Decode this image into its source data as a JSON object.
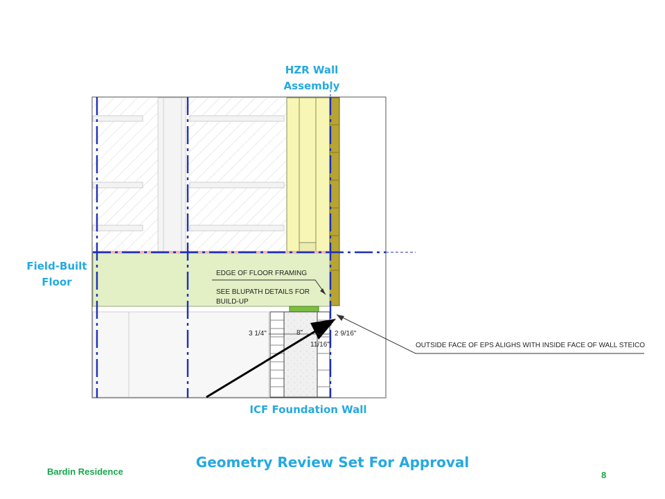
{
  "labels": {
    "hzr_wall": "HZR Wall\nAssembly",
    "field_built_floor": "Field-Built\nFloor",
    "icf_foundation_wall": "ICF Foundation Wall"
  },
  "notes": {
    "edge_of_floor": "EDGE OF FLOOR FRAMING",
    "see_blupath_1": "SEE BLUPATH DETAILS FOR",
    "see_blupath_2": "BUILD-UP",
    "outside_face": "OUTSIDE FACE OF EPS ALIGHS WITH INSIDE FACE OF WALL STEICO"
  },
  "dimensions": {
    "d1": "3 1/4\"",
    "d2": "8\"",
    "d3": "2 9/16\"",
    "d4": "11/16\""
  },
  "footer": {
    "project": "Bardin Residence",
    "title": "Geometry Review Set For Approval",
    "page": "8"
  },
  "colors": {
    "label_blue": "#25a9e0",
    "footer_green": "#15a84a",
    "floor_green": "#e3efc5",
    "wall_yellow": "#f7f6b4",
    "steico_olive": "#b7a433",
    "gridline_blue": "#1c2fb8"
  }
}
